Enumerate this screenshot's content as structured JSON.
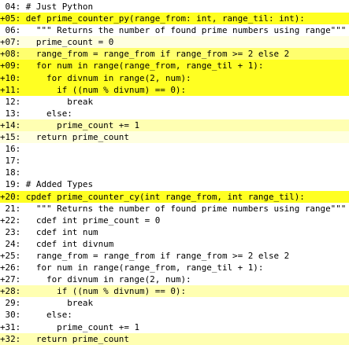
{
  "colors": {
    "background": "#ffffff",
    "text": "#000000",
    "highlight_strong": "#ffff22",
    "highlight_medium": "#ffff6e",
    "highlight_light": "#ffffb2",
    "highlight_faint": "#ffffe0"
  },
  "lines": [
    {
      "number": " 04:",
      "code": " # Just Python",
      "hl": ""
    },
    {
      "number": "+05:",
      "code": " def prime_counter_py(range_from: int, range_til: int):",
      "hl": "highlight_strong"
    },
    {
      "number": " 06:",
      "code": "   \"\"\" Returns the number of found prime numbers using range\"\"\"",
      "hl": ""
    },
    {
      "number": "+07:",
      "code": "   prime_count = 0",
      "hl": "highlight_faint"
    },
    {
      "number": "+08:",
      "code": "   range_from = range_from if range_from >= 2 else 2",
      "hl": "highlight_medium"
    },
    {
      "number": "+09:",
      "code": "   for num in range(range_from, range_til + 1):",
      "hl": "highlight_strong"
    },
    {
      "number": "+10:",
      "code": "     for divnum in range(2, num):",
      "hl": "highlight_strong"
    },
    {
      "number": "+11:",
      "code": "       if ((num % divnum) == 0):",
      "hl": "highlight_strong"
    },
    {
      "number": " 12:",
      "code": "         break",
      "hl": ""
    },
    {
      "number": " 13:",
      "code": "     else:",
      "hl": ""
    },
    {
      "number": "+14:",
      "code": "       prime_count += 1",
      "hl": "highlight_light"
    },
    {
      "number": "+15:",
      "code": "   return prime_count",
      "hl": "highlight_faint"
    },
    {
      "number": " 16:",
      "code": "",
      "hl": ""
    },
    {
      "number": " 17:",
      "code": "",
      "hl": ""
    },
    {
      "number": " 18:",
      "code": "",
      "hl": ""
    },
    {
      "number": " 19:",
      "code": " # Added Types",
      "hl": ""
    },
    {
      "number": "+20:",
      "code": " cpdef prime_counter_cy(int range_from, int range_til):",
      "hl": "highlight_strong"
    },
    {
      "number": " 21:",
      "code": "   \"\"\" Returns the number of found prime numbers using range\"\"\"",
      "hl": ""
    },
    {
      "number": "+22:",
      "code": "   cdef int prime_count = 0",
      "hl": ""
    },
    {
      "number": " 23:",
      "code": "   cdef int num",
      "hl": ""
    },
    {
      "number": " 24:",
      "code": "   cdef int divnum",
      "hl": ""
    },
    {
      "number": "+25:",
      "code": "   range_from = range_from if range_from >= 2 else 2",
      "hl": ""
    },
    {
      "number": "+26:",
      "code": "   for num in range(range_from, range_til + 1):",
      "hl": ""
    },
    {
      "number": "+27:",
      "code": "     for divnum in range(2, num):",
      "hl": ""
    },
    {
      "number": "+28:",
      "code": "       if ((num % divnum) == 0):",
      "hl": "highlight_light"
    },
    {
      "number": " 29:",
      "code": "         break",
      "hl": ""
    },
    {
      "number": " 30:",
      "code": "     else:",
      "hl": ""
    },
    {
      "number": "+31:",
      "code": "       prime_count += 1",
      "hl": ""
    },
    {
      "number": "+32:",
      "code": "   return prime_count",
      "hl": "highlight_light"
    }
  ]
}
